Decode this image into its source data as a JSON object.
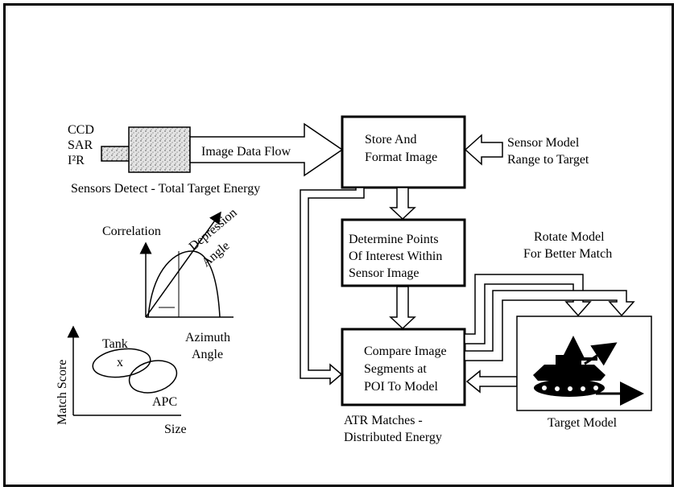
{
  "sensors": {
    "types": [
      "CCD",
      "SAR",
      "I²R"
    ],
    "caption": "Sensors Detect - Total Target Energy"
  },
  "flow": {
    "image_data_flow": "Image Data Flow"
  },
  "boxes": {
    "store": [
      "Store And",
      "Format Image"
    ],
    "poi": [
      "Determine Points",
      "Of Interest Within",
      "Sensor Image"
    ],
    "compare": [
      "Compare Image",
      "Segments at",
      "POI To Model"
    ]
  },
  "sensor_model": [
    "Sensor Model",
    "Range to Target"
  ],
  "rotate": [
    "Rotate Model",
    "For Better Match"
  ],
  "target_model": {
    "caption": "Target Model"
  },
  "atr": [
    "ATR Matches -",
    "Distributed Energy"
  ],
  "correlation_plot": {
    "ylabel": "Correlation",
    "xlabel": [
      "Azimuth",
      "Angle"
    ],
    "diag_label": [
      "Depression",
      "Angle"
    ]
  },
  "match_plot": {
    "ylabel": "Match Score",
    "xlabel": "Size",
    "tank": "Tank",
    "apc": "APC",
    "marker": "x"
  }
}
